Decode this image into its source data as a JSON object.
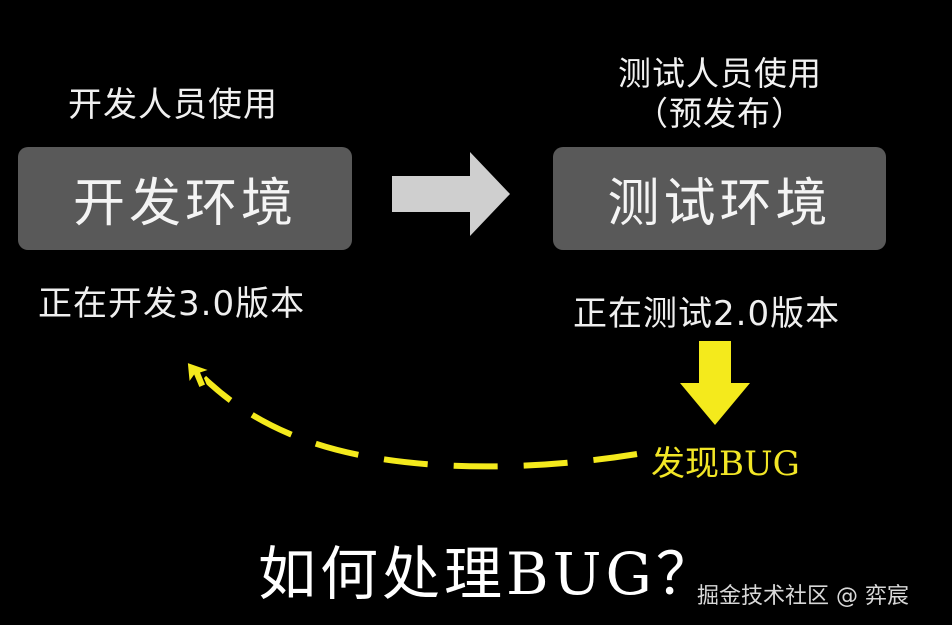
{
  "dev": {
    "role_label": "开发人员使用",
    "env_label": "开发环境",
    "status": "正在开发3.0版本"
  },
  "test": {
    "role_label_line1": "测试人员使用",
    "role_label_line2": "（预发布）",
    "env_label": "测试环境",
    "status": "正在测试2.0版本"
  },
  "bug_found": "发现BUG",
  "question": "如何处理BUG？",
  "watermark": "掘金技术社区 @ 弈宸",
  "colors": {
    "background": "#000000",
    "box": "#595959",
    "arrow_gray": "#cfcfcf",
    "arrow_yellow": "#f4ea1c"
  }
}
